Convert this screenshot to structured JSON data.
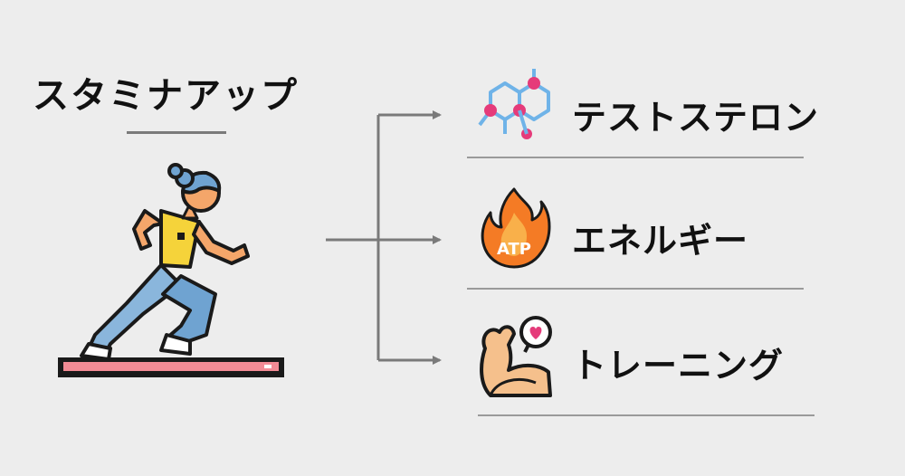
{
  "title": "スタミナアップ",
  "items": [
    {
      "label": "テストステロン",
      "icon": "molecule-icon"
    },
    {
      "label": "エネルギー",
      "icon": "atp-flame-icon",
      "icon_text": "ATP"
    },
    {
      "label": "トレーニング",
      "icon": "flexed-arm-heart-icon"
    }
  ],
  "colors": {
    "background": "#ededed",
    "text": "#111111",
    "lines": "#7a7a7a",
    "separator": "#9a9a9a"
  }
}
